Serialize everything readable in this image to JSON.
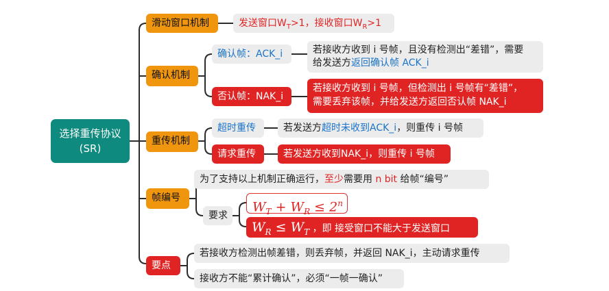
{
  "root": {
    "line1": "选择重传协议",
    "line2": "(SR)"
  },
  "branches": {
    "window": {
      "label": "滑动窗口机制",
      "note": "发送窗口W",
      "note_t_sub": "T",
      "note_mid": ">1，接收窗口W",
      "note_r_sub": "R",
      "note_end": ">1"
    },
    "confirm": {
      "label": "确认机制",
      "ack": {
        "label": "确认帧：ACK_i",
        "line1": "若接收方收到 i 号帧，且没有检测出“差错”，需要",
        "line2_prefix": "给发送方",
        "line2_highlight": "返回确认帧 ACK_i"
      },
      "nak": {
        "label": "否认帧：NAK_i",
        "line1": "若接收方收到 i 号帧，但检测出 i 号帧有“差错”，",
        "line2": "需要丢弃该帧，并给发送方返回否认帧 NAK_i"
      }
    },
    "retransmit": {
      "label": "重传机制",
      "timeout": {
        "label": "超时重传",
        "text_prefix": "若发送方",
        "text_highlight": "超时未收到ACK_i",
        "text_suffix": "，则重传 i 号帧"
      },
      "request": {
        "label": "请求重传",
        "text": "若发送方收到NAK_i，则重传 i 号帧"
      }
    },
    "numbering": {
      "label": "帧编号",
      "support_prefix": "为了支持以上机制正确运行，",
      "support_highlight1": "至少",
      "support_mid": "需要用 ",
      "support_highlight2": "n bit",
      "support_suffix": " 给帧“编号”",
      "requirement": {
        "label": "要求",
        "formula1_w": "W",
        "formula1_t": "T",
        "formula1_plus": " + W",
        "formula1_r": "R",
        "formula1_le": " ≤ 2",
        "formula1_exp": "n",
        "formula2_w": "W",
        "formula2_r": "R",
        "formula2_le": " ≤ W",
        "formula2_t": "T",
        "formula2_note": "，即 接受窗口不能大于发送窗口"
      }
    },
    "key": {
      "label": "要点",
      "point1": "若接收方检测出帧差错，则丢弃帧，并返回 NAK_i，主动请求重传",
      "point2": "接收方不能“累计确认”，必须“一帧一确认”"
    }
  },
  "colors": {
    "root": "#0f8a7e",
    "branch": "#f0960e",
    "alert": "#e02424",
    "link": "#1a73c9",
    "note_bg": "#ececec",
    "connector": "#2b2b2b"
  }
}
